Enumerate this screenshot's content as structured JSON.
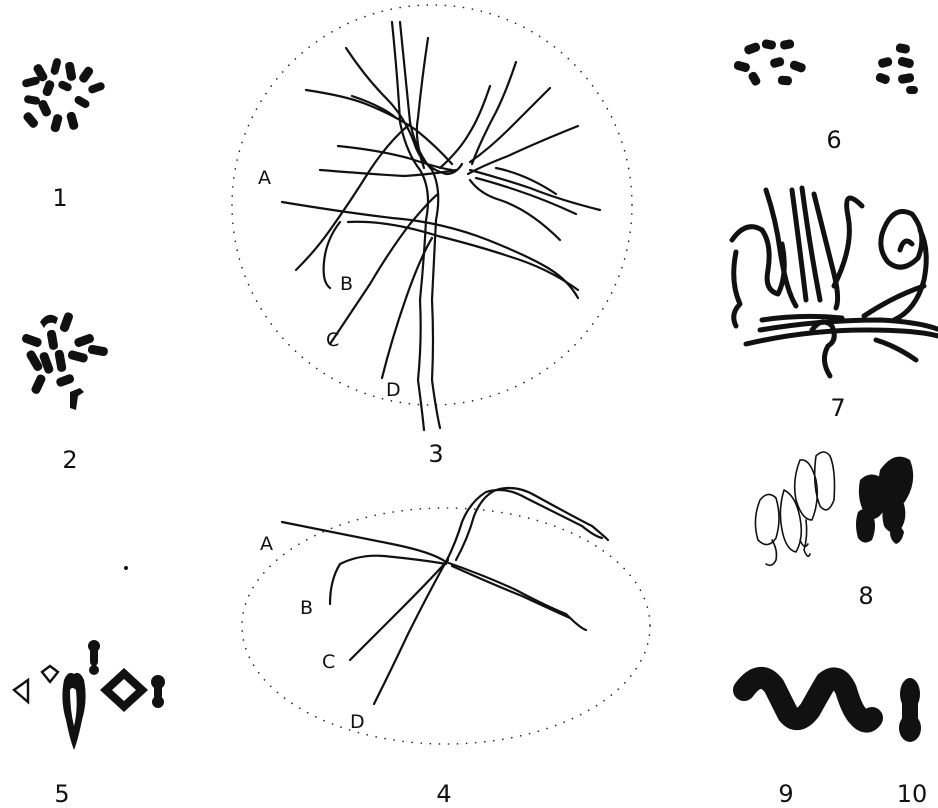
{
  "figures": [
    {
      "id": "fig1",
      "number": "1"
    },
    {
      "id": "fig2",
      "number": "2"
    },
    {
      "id": "fig3",
      "number": "3",
      "labels": [
        "A",
        "B",
        "C",
        "D"
      ]
    },
    {
      "id": "fig4",
      "number": "4",
      "labels": [
        "A",
        "B",
        "C",
        "D"
      ]
    },
    {
      "id": "fig5",
      "number": "5"
    },
    {
      "id": "fig6",
      "number": "6"
    },
    {
      "id": "fig7",
      "number": "7"
    },
    {
      "id": "fig8",
      "number": "8"
    },
    {
      "id": "fig9",
      "number": "9"
    },
    {
      "id": "fig10",
      "number": "10"
    }
  ]
}
